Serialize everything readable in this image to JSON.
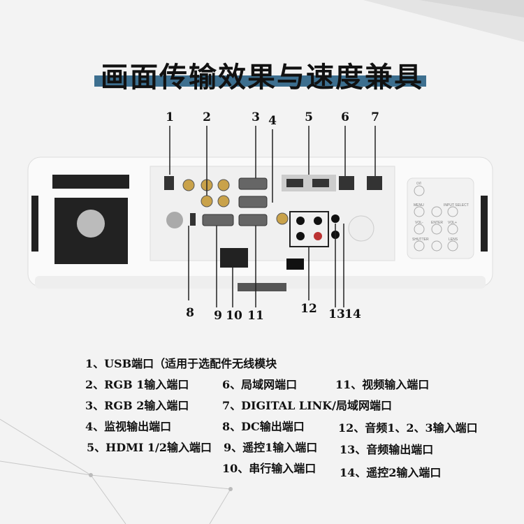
{
  "title": "画面传输效果与速度兼具",
  "callouts": [
    "1",
    "2",
    "3",
    "4",
    "5",
    "6",
    "7",
    "8",
    "9",
    "10",
    "11",
    "12",
    "13",
    "14"
  ],
  "legend": [
    "1、USB端口（适用于选配件无线模块",
    "2、RGB 1输入端口",
    "3、RGB 2输入端口",
    "4、监视输出端口",
    "5、HDMI 1/2输入端口",
    "6、局域网端口",
    "7、DIGITAL LINK/局域网端口",
    "8、DC输出端口",
    "9、遥控1输入端口",
    "10、串行输入端口",
    "11、视频输入端口",
    "12、音频1、2、3输入端口",
    "13、音频输出端口",
    "14、遥控2输入端口"
  ],
  "control_panel": {
    "power": "⏻/I",
    "menu": "MENU",
    "input_select": "INPUT SELECT",
    "vol_minus": "VOL-",
    "enter": "ENTER",
    "vol_plus": "VOL+",
    "shutter": "SHUTTER",
    "lens": "LENS"
  },
  "colors": {
    "title_bar": "#3d6f8f",
    "background": "#f3f3f3"
  }
}
